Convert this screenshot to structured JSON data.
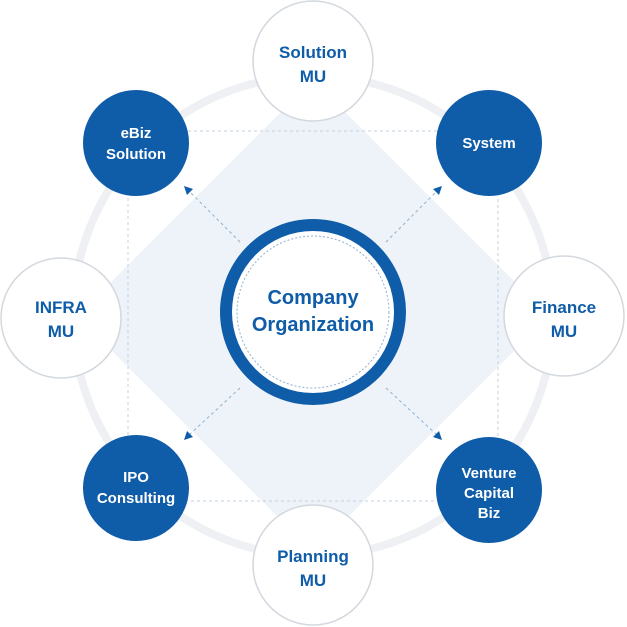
{
  "center": {
    "line1": "Company",
    "line2": "Organization"
  },
  "nodes": {
    "solution_mu": {
      "line1": "Solution",
      "line2": "MU"
    },
    "system": {
      "line1": "System"
    },
    "finance_mu": {
      "line1": "Finance",
      "line2": "MU"
    },
    "venture_capital_biz": {
      "line1": "Venture",
      "line2": "Capital",
      "line3": "Biz"
    },
    "planning_mu": {
      "line1": "Planning",
      "line2": "MU"
    },
    "ipo_consulting": {
      "line1": "IPO",
      "line2": "Consulting"
    },
    "infra_mu": {
      "line1": "INFRA",
      "line2": "MU"
    },
    "ebiz_solution": {
      "line1": "eBiz",
      "line2": "Solution"
    }
  },
  "colors": {
    "primary_blue": "#0f5ca8",
    "outline_gray": "#d3d8de",
    "diamond_fill": "#edf3f8",
    "ring_gray": "#eef0f3",
    "dash_line": "#b9c9da"
  }
}
